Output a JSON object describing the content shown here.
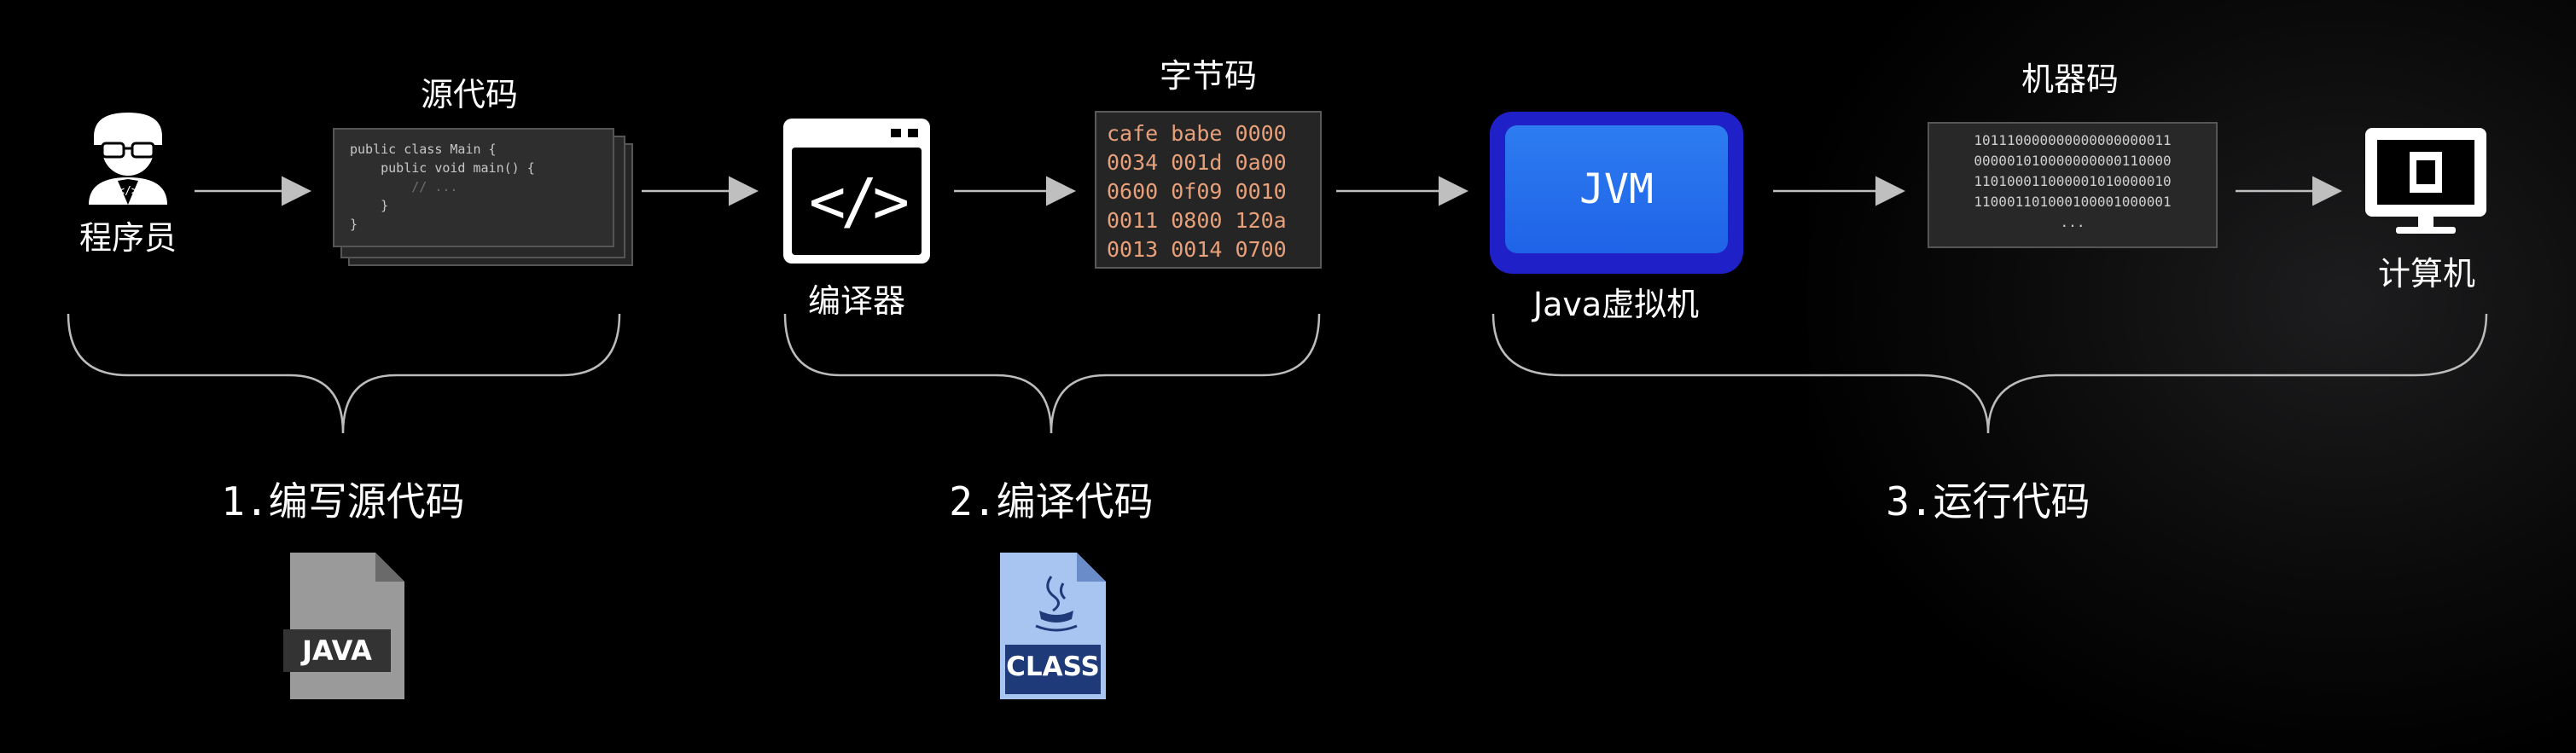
{
  "nodes": {
    "programmer": {
      "label": "程序员"
    },
    "source_code": {
      "label": "源代码",
      "code_lines": [
        "public class Main {",
        "    public void main() {",
        "        // ...",
        "    }",
        "}"
      ]
    },
    "compiler": {
      "label": "编译器",
      "glyph": "</>"
    },
    "bytecode": {
      "label": "字节码",
      "lines": [
        "cafe babe 0000",
        "0034 001d 0a00",
        "0600 0f09 0010",
        "0011 0800 120a",
        "0013 0014 0700"
      ]
    },
    "jvm": {
      "label": "Java虚拟机",
      "box_text": "JVM"
    },
    "machine_code": {
      "label": "机器码",
      "lines": [
        "101110000000000000000011",
        "000001010000000000110000",
        "110100011000001010000010",
        "110001101000100001000001",
        "..."
      ]
    },
    "computer": {
      "label": "计算机"
    }
  },
  "steps": [
    {
      "label": "1.编写源代码",
      "file_icon": "java-file-icon",
      "file_text": "JAVA"
    },
    {
      "label": "2.编译代码",
      "file_icon": "class-file-icon",
      "file_text": "CLASS"
    },
    {
      "label": "3.运行代码"
    }
  ],
  "colors": {
    "background": "#000000",
    "bytecode_text": "#e8a07a",
    "jvm_outer": "#2020c8",
    "jvm_inner": "#2d7cf0",
    "class_file": "#a8c4f0",
    "java_file": "#9a9a9a"
  }
}
